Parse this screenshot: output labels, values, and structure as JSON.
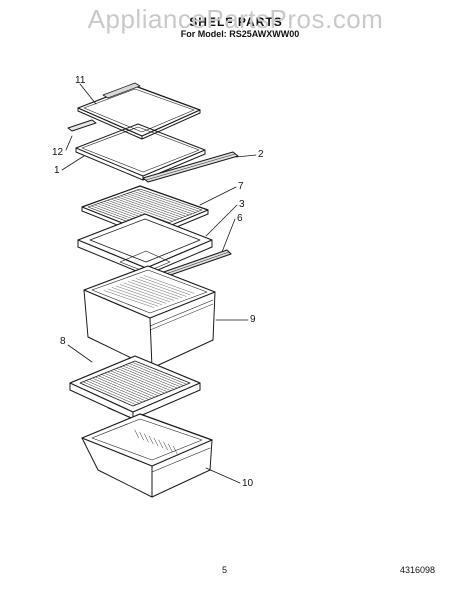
{
  "watermark": "AppliancePartsPros.com",
  "title": "SHELF PARTS",
  "subtitle": "For Model: RS25AWXWW00",
  "callouts": {
    "c1": "1",
    "c2": "2",
    "c3": "3",
    "c6": "6",
    "c7": "7",
    "c8": "8",
    "c9": "9",
    "c10": "10",
    "c11": "11",
    "c12": "12"
  },
  "footer": {
    "page_number": "5",
    "part_number": "4316098"
  }
}
